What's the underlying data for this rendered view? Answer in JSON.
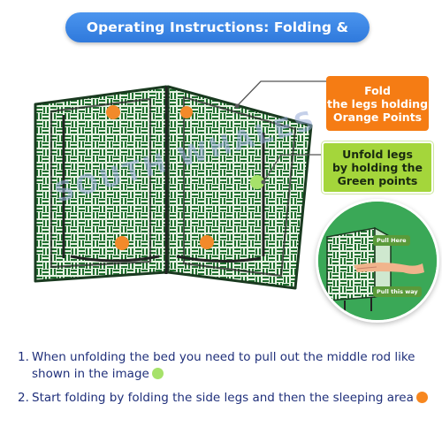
{
  "banner": {
    "title": "Operating Instructions: Folding & Unfolding"
  },
  "watermark": {
    "text": "SOUTH WHALES"
  },
  "callouts": {
    "orange": {
      "lines": [
        "Fold",
        "the legs holding",
        "Orange Points"
      ]
    },
    "green": {
      "lines": [
        "Unfold legs",
        "by holding the",
        "Green points"
      ]
    }
  },
  "inset": {
    "pull_here": "Pull Here",
    "pull_this_way": "Pull this way"
  },
  "instructions": [
    {
      "number": "1.",
      "text": "When unfolding the bed you need to pull out the middle rod like shown in the image",
      "dot": "green"
    },
    {
      "number": "2.",
      "text": "Start folding by folding the side legs and then the sleeping area",
      "dot": "orange"
    }
  ],
  "colors": {
    "banner": "#2f79dc",
    "orange": "#f57c14",
    "green": "#a4d63b",
    "text": "#1f2f7a",
    "weave_dark": "#1f6e2e",
    "weave_light": "#e8f3e4"
  }
}
